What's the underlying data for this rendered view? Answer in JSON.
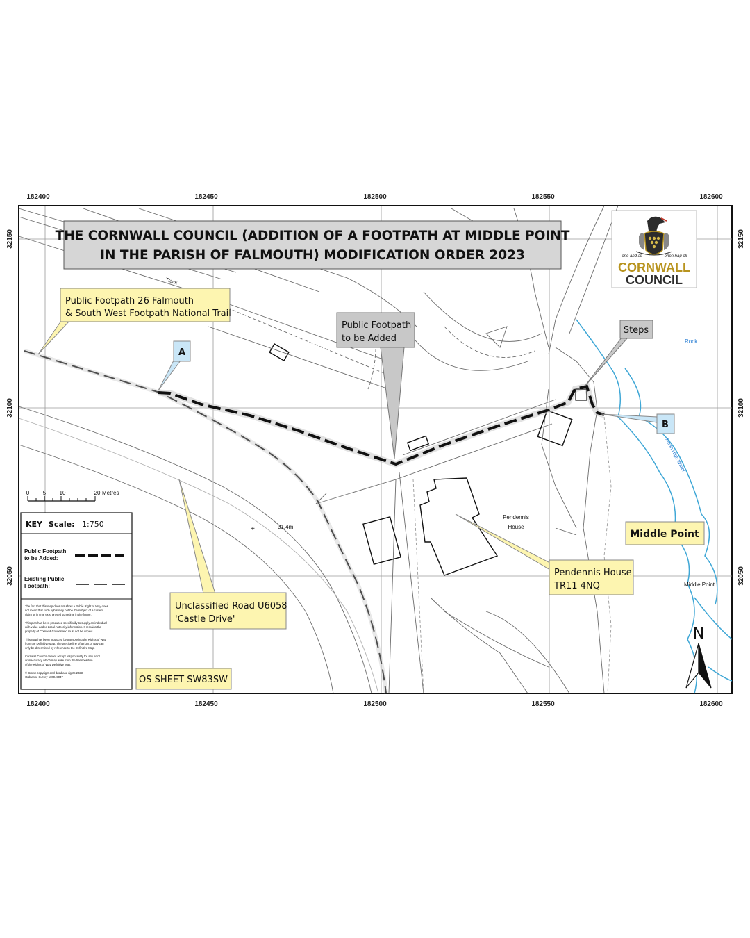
{
  "grid": {
    "eastings": [
      "182400",
      "182450",
      "182500",
      "182550",
      "182600"
    ],
    "northings": [
      "32150",
      "32100",
      "32050"
    ]
  },
  "title": {
    "line1": "THE CORNWALL COUNCIL (ADDITION OF A FOOTPATH AT MIDDLE POINT",
    "line2": "IN THE PARISH OF FALMOUTH) MODIFICATION ORDER 2023"
  },
  "logo": {
    "motto_left": "one and all",
    "motto_right": "onen hag oll",
    "line1": "CORNWALL",
    "line2": "COUNCIL",
    "gold": "#b8941f",
    "dark": "#2c2c2c"
  },
  "callouts": {
    "existing_path": {
      "line1": "Public Footpath 26 Falmouth",
      "line2": "& South West Footpath National Trail"
    },
    "new_path": {
      "line1": "Public Footpath",
      "line2": "to be Added"
    },
    "steps": "Steps",
    "point_a": "A",
    "point_b": "B",
    "middle_point": "Middle Point",
    "pendennis": {
      "line1": "Pendennis House",
      "line2": "TR11 4NQ"
    },
    "road": {
      "line1": "Unclassified Road U6058",
      "line2": "'Castle Drive'"
    },
    "os_sheet": "OS SHEET SW83SW"
  },
  "map_labels": {
    "track": "Track",
    "rock": "Rock",
    "mean_high_water": "Mean High Water",
    "pendennis_line1": "Pendennis",
    "pendennis_line2": "House",
    "spot_height": "31.4m",
    "middle_point": "Middle Point"
  },
  "scale_bar": {
    "ticks": [
      "0",
      "5",
      "10",
      "20"
    ],
    "unit": "Metres"
  },
  "key": {
    "title": "KEY",
    "scale_label": "Scale:",
    "scale_value": "1:750",
    "item1_line1": "Public Footpath",
    "item1_line2": "to be Added:",
    "item2_line1": "Existing Public",
    "item2_line2": "Footpath:",
    "note1": [
      "The fact that this map does not show a Public Right of Way does",
      "not mean that such rights may not be the subject of a current",
      "claim or in time exist proved sometime in the future."
    ],
    "note2": [
      "This plan has been produced specifically to supply an individual",
      "with value-added Local Authority information. It remains the",
      "property of Cornwall Council and must not be copied."
    ],
    "note3": [
      "This map has been produced by transposing the Rights of Way",
      "from the Definitive Map. The precise line of a right of way can",
      "only be determined by reference to the Definitive Map."
    ],
    "note4": [
      "Cornwall Council cannot accept responsibility for any error",
      "or inaccuracy which may arise from the transposition",
      "of the Rights of Way Definitive Map."
    ],
    "note5": [
      "© Crown copyright and database rights 2023",
      "Ordnance Survey 100049047"
    ]
  },
  "north_arrow": "N",
  "colors": {
    "callout_yellow": "#fdf5b0",
    "callout_grey": "#c8c8c8",
    "callout_blue": "#c9e6f7",
    "coastline": "#3fa7d6"
  }
}
